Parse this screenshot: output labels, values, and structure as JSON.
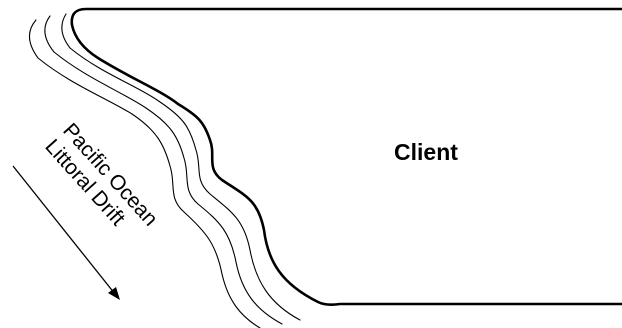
{
  "diagram": {
    "client_label": "Client",
    "drift_label_line1": "Pacific Ocean",
    "drift_label_line2": "Littoral Drift"
  },
  "colors": {
    "ink": "#000000",
    "background": "#ffffff"
  }
}
